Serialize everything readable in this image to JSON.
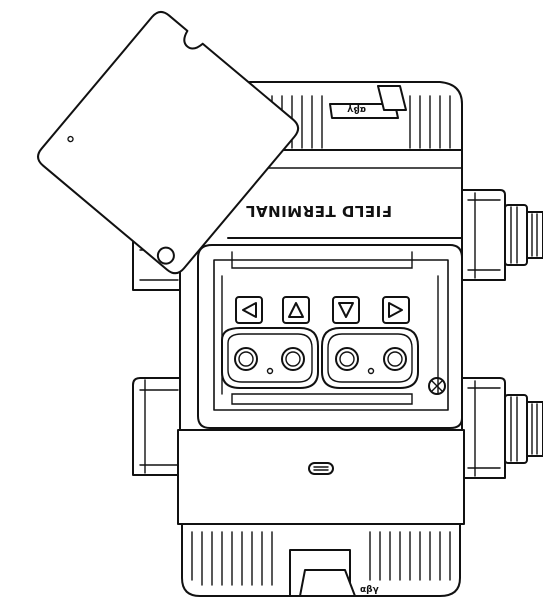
{
  "device": {
    "label": "FIELD TERMINAL",
    "top_marking": "αβγ",
    "bottom_marking": "αβγ"
  },
  "keys": [
    {
      "name": "left-arrow-key",
      "glyph": "◁"
    },
    {
      "name": "up-arrow-key",
      "glyph": "△"
    },
    {
      "name": "down-arrow-key",
      "glyph": "▽"
    },
    {
      "name": "right-arrow-key",
      "glyph": "▷"
    }
  ]
}
